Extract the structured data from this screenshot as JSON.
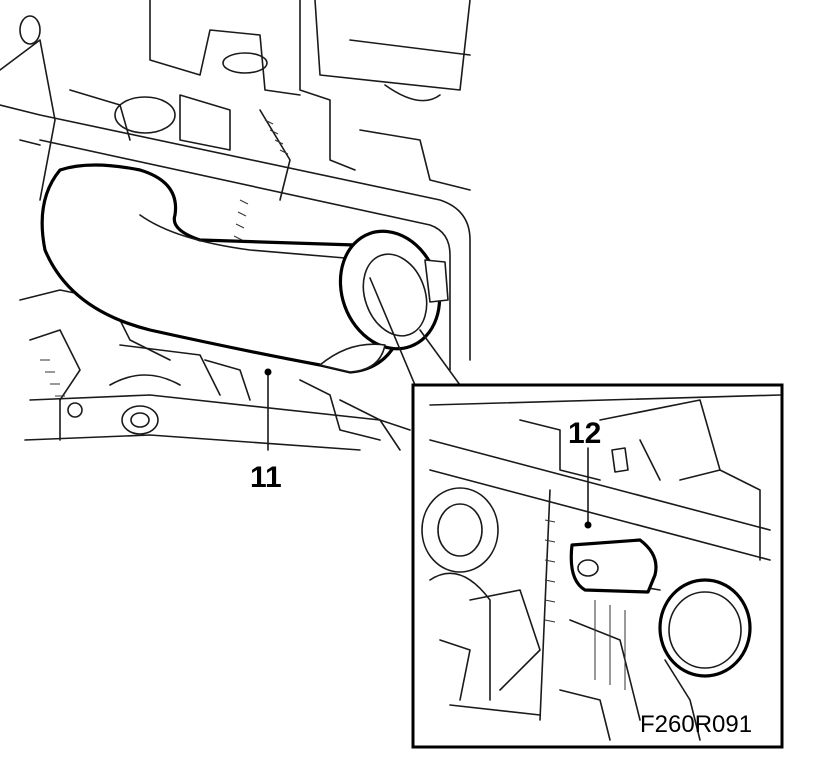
{
  "callouts": {
    "c11": "11",
    "c12": "12"
  },
  "figure_id": "F260R091"
}
